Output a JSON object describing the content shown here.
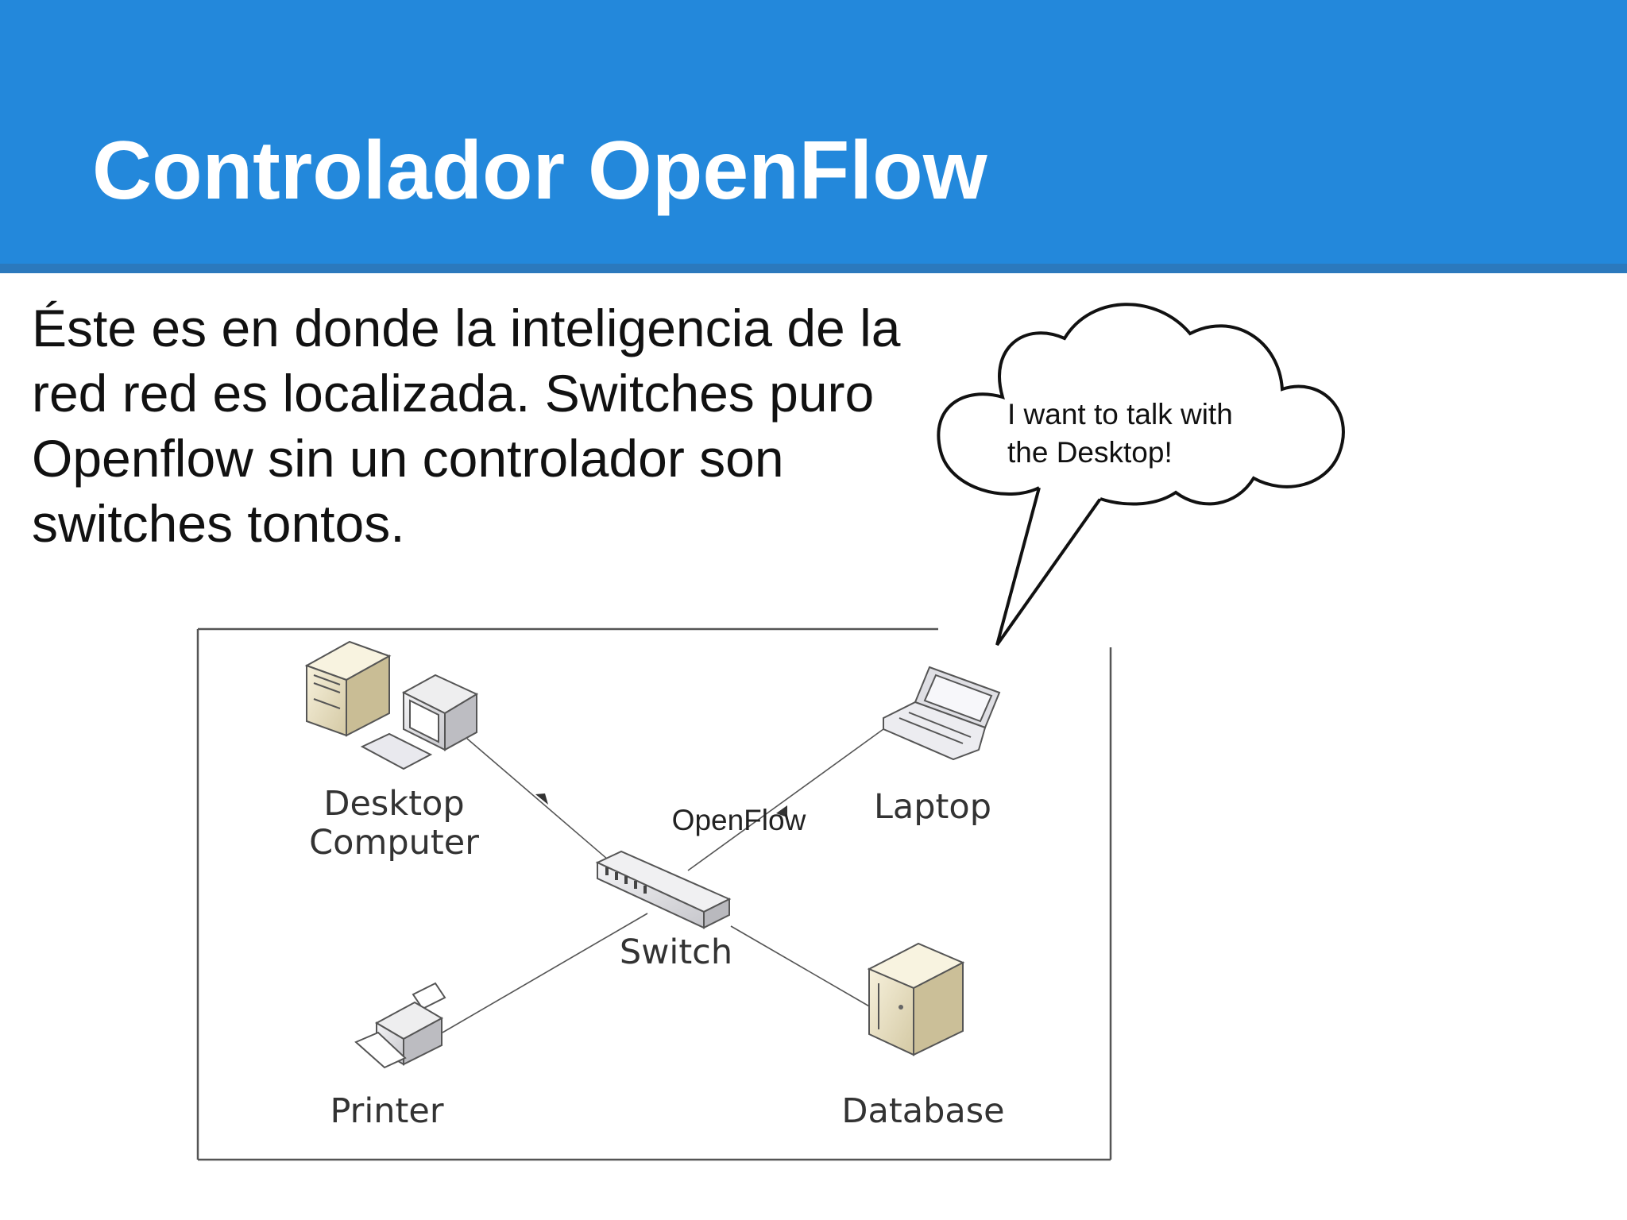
{
  "slide": {
    "title": "Controlador OpenFlow",
    "body": "Éste es en donde la inteligencia de la red red es localizada. Switches puro Openflow sin un controlador son switches tontos.",
    "colors": {
      "header": "#2388DB",
      "header_rule": "#2b79bd",
      "title_text": "#ffffff"
    }
  },
  "diagram": {
    "speech_bubble_line1": "I want to talk with",
    "speech_bubble_line2": "the Desktop!",
    "protocol_label": "OpenFlow",
    "nodes": {
      "desktop_line1": "Desktop",
      "desktop_line2": "Computer",
      "laptop": "Laptop",
      "switch": "Switch",
      "printer": "Printer",
      "database": "Database"
    },
    "icons": [
      "desktop-computer-icon",
      "laptop-icon",
      "network-switch-icon",
      "printer-icon",
      "database-server-icon",
      "cloud-speech-bubble"
    ]
  }
}
